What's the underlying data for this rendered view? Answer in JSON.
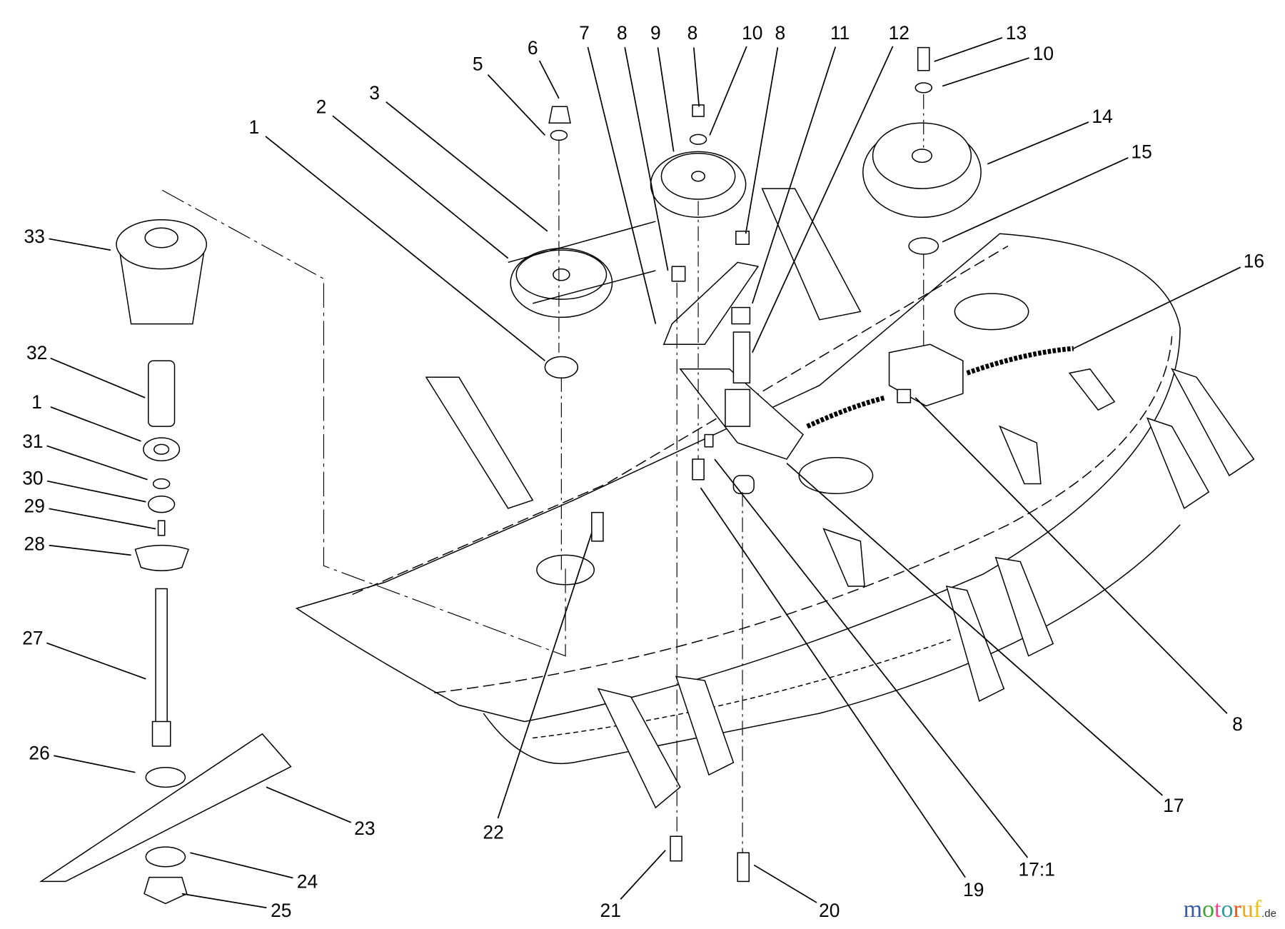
{
  "diagram": {
    "callouts": [
      "1",
      "2",
      "3",
      "5",
      "6",
      "7",
      "8",
      "9",
      "8",
      "10",
      "8",
      "11",
      "12",
      "13",
      "10",
      "14",
      "15",
      "16",
      "33",
      "32",
      "1",
      "31",
      "30",
      "29",
      "28",
      "27",
      "26",
      "23",
      "24",
      "25",
      "22",
      "21",
      "20",
      "19",
      "17:1",
      "17",
      "8"
    ]
  },
  "watermark": {
    "text": "motoruf",
    "suffix": ".de",
    "letter_colors": [
      "#3a5ca8",
      "#3fa535",
      "#e64a8a",
      "#2f9a9a",
      "#e4571e",
      "#f2a81d",
      "#e8c21a"
    ]
  }
}
